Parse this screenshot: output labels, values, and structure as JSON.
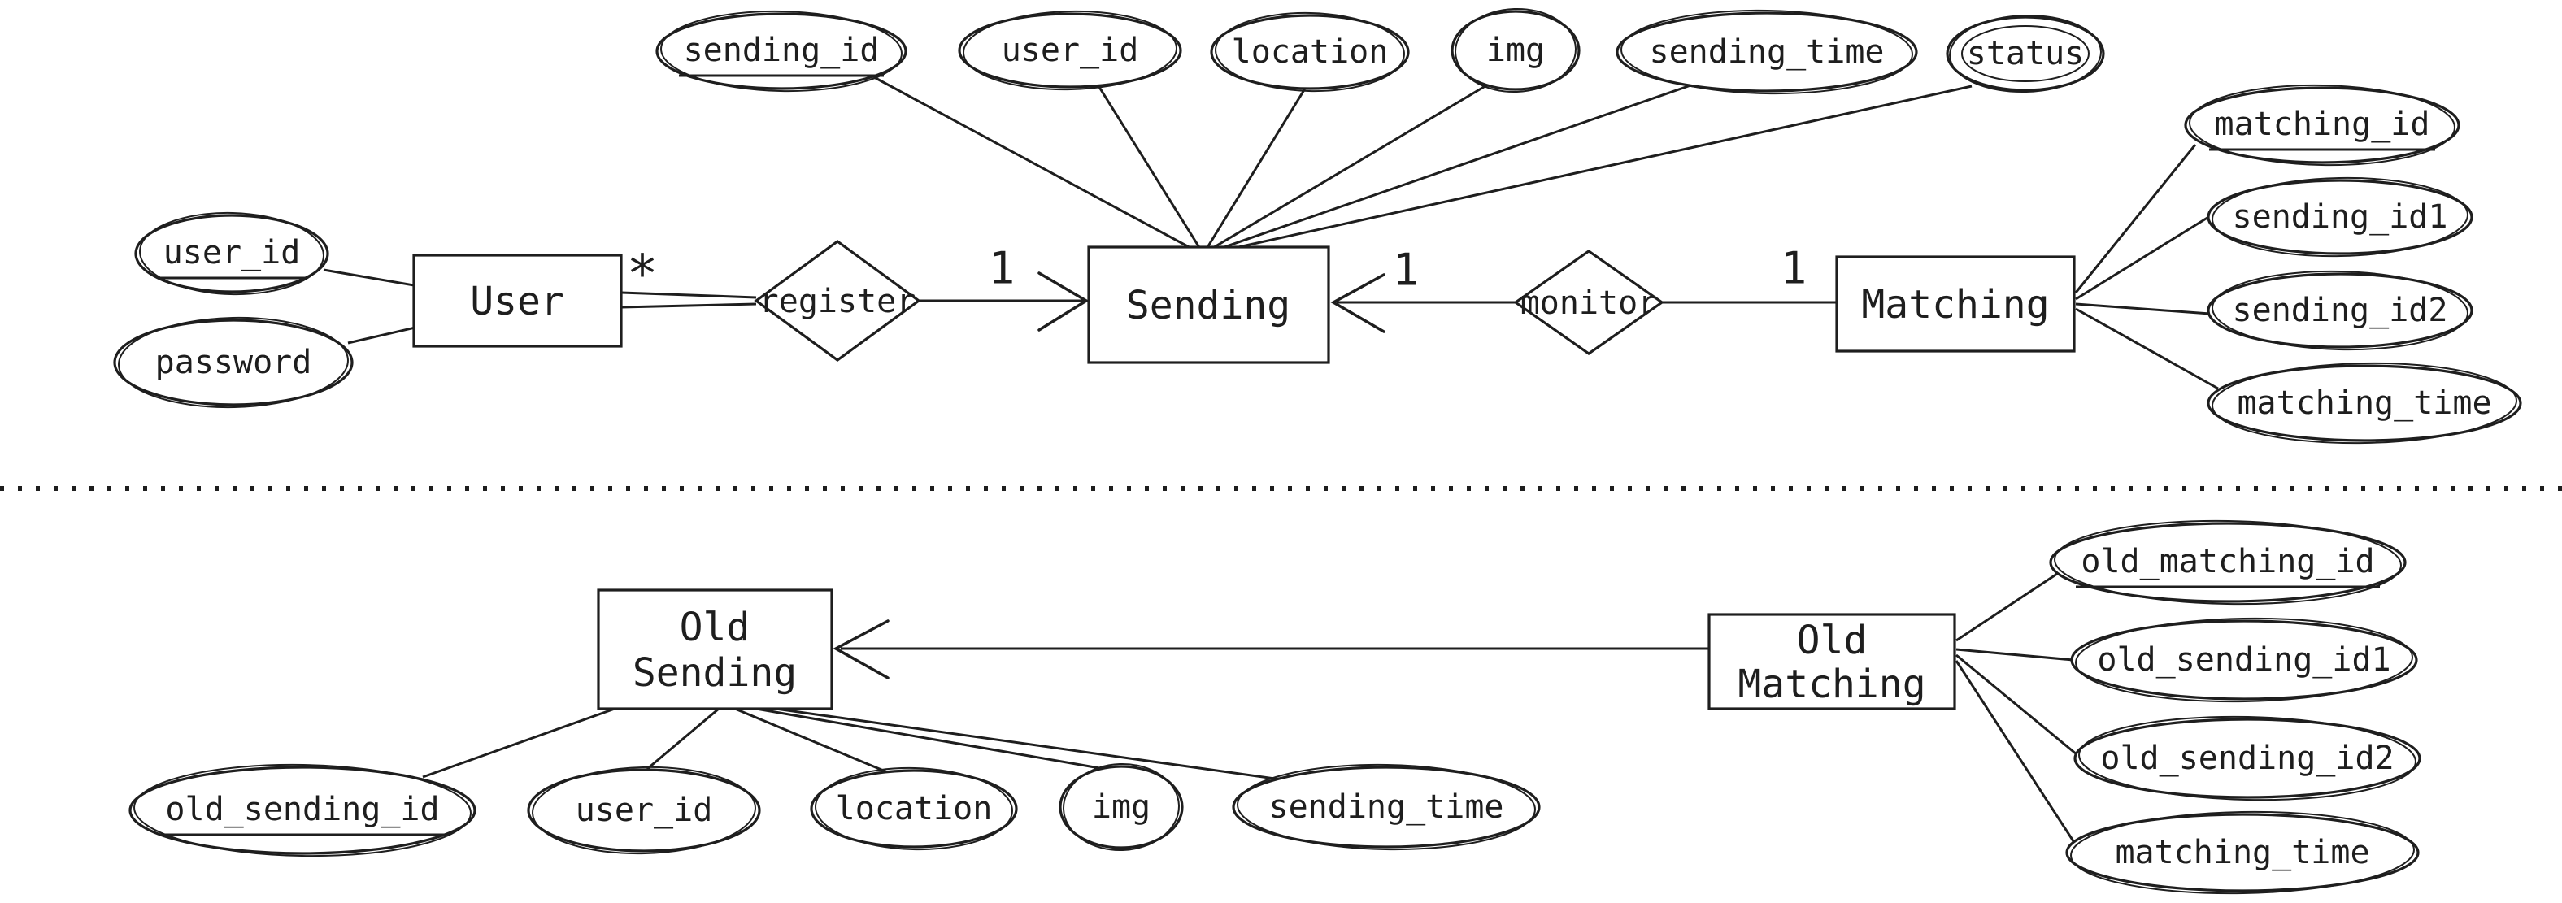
{
  "diagram_type": "entity-relationship",
  "colors": {
    "ink": "#1e1e1e",
    "background": "#ffffff"
  },
  "top": {
    "user": {
      "label": "User",
      "attributes": [
        {
          "label": "user_id",
          "key": true
        },
        {
          "label": "password"
        }
      ]
    },
    "register": {
      "label": "register"
    },
    "sending": {
      "label": "Sending",
      "attributes": [
        {
          "label": "sending_id",
          "key": true
        },
        {
          "label": "user_id"
        },
        {
          "label": "location"
        },
        {
          "label": "img"
        },
        {
          "label": "sending_time"
        },
        {
          "label": "status",
          "multivalued": true
        }
      ]
    },
    "monitor": {
      "label": "monitor"
    },
    "matching": {
      "label": "Matching",
      "attributes": [
        {
          "label": "matching_id",
          "key": true
        },
        {
          "label": "sending_id1"
        },
        {
          "label": "sending_id2"
        },
        {
          "label": "matching_time"
        }
      ]
    },
    "cardinalities": {
      "user_register": "*",
      "register_sending": "1",
      "sending_monitor": "1",
      "monitor_matching": "1"
    }
  },
  "bottom": {
    "old_sending": {
      "line1": "Old",
      "line2": "Sending",
      "attributes": [
        {
          "label": "old_sending_id",
          "key": true
        },
        {
          "label": "user_id"
        },
        {
          "label": "location"
        },
        {
          "label": "img"
        },
        {
          "label": "sending_time"
        }
      ]
    },
    "old_matching": {
      "line1": "Old",
      "line2": "Matching",
      "attributes": [
        {
          "label": "old_matching_id",
          "key": true
        },
        {
          "label": "old_sending_id1"
        },
        {
          "label": "old_sending_id2"
        },
        {
          "label": "matching_time"
        }
      ]
    }
  }
}
